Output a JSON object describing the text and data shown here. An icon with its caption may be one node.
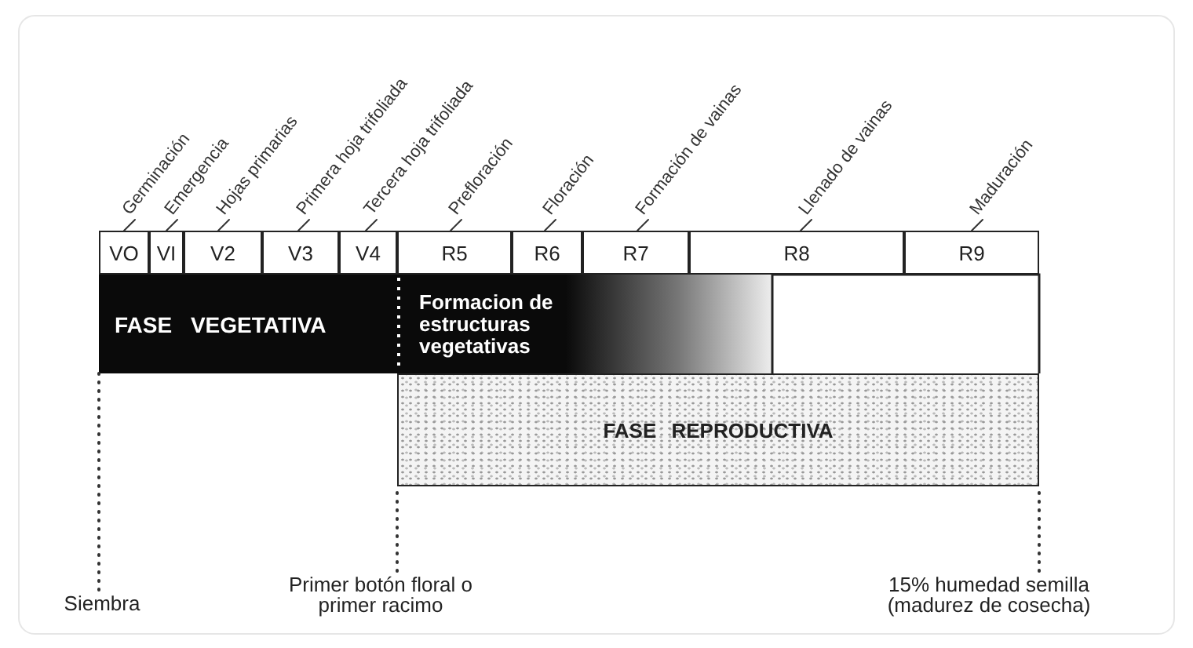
{
  "diagram": {
    "nodes": [
      {
        "text": [
          "VO"
        ]
      },
      {
        "text": [
          "VI"
        ]
      },
      {
        "text": [
          "V2"
        ]
      },
      {
        "text": [
          "V3"
        ]
      },
      {
        "text": [
          "V4"
        ]
      },
      {
        "text": [
          "R5"
        ]
      },
      {
        "text": [
          "R6"
        ]
      },
      {
        "text": [
          "R7"
        ]
      },
      {
        "text": [
          "R8"
        ]
      },
      {
        "text": [
          "R9"
        ]
      },
      {
        "text": [
          "Germinación"
        ]
      },
      {
        "text": [
          "Emergencia"
        ]
      },
      {
        "text": [
          "Hojas primarias"
        ]
      },
      {
        "text": [
          "Primera hoja trifoliada"
        ]
      },
      {
        "text": [
          "Tercera hoja trifoliada"
        ]
      },
      {
        "text": [
          "Prefloración"
        ]
      },
      {
        "text": [
          "Floración"
        ]
      },
      {
        "text": [
          "Formación de vainas"
        ]
      },
      {
        "text": [
          "Llenado de vainas"
        ]
      },
      {
        "text": [
          "Maduración"
        ]
      },
      {
        "text": [
          "FASE VEGETATIVA"
        ]
      },
      {
        "text": [
          "Formacion de estructuras vegetativas"
        ]
      },
      {
        "text": [
          "FASE REPRODUCTIVA"
        ]
      },
      {
        "text": [
          "Siembra"
        ]
      },
      {
        "text": [
          "Primer botón floral o primer racimo"
        ]
      },
      {
        "text": [
          "15% humedad semilla (madurez de cosecha)"
        ]
      }
    ],
    "edges": [
      {
        "from": 10,
        "to": 0,
        "arrow": "none"
      },
      {
        "from": 11,
        "to": 1,
        "arrow": "none"
      },
      {
        "from": 12,
        "to": 2,
        "arrow": "none"
      },
      {
        "from": 13,
        "to": 3,
        "arrow": "none"
      },
      {
        "from": 14,
        "to": 4,
        "arrow": "none"
      },
      {
        "from": 15,
        "to": 5,
        "arrow": "none"
      },
      {
        "from": 16,
        "to": 6,
        "arrow": "none"
      },
      {
        "from": 17,
        "to": 7,
        "arrow": "none"
      },
      {
        "from": 18,
        "to": 8,
        "arrow": "none"
      },
      {
        "from": 19,
        "to": 9,
        "arrow": "none"
      },
      {
        "from": 23,
        "to": 20,
        "arrow": "none",
        "style": "dashed"
      },
      {
        "from": 24,
        "to": 22,
        "arrow": "none",
        "style": "dashed"
      },
      {
        "from": 25,
        "to": 22,
        "arrow": "none",
        "style": "dashed"
      }
    ]
  }
}
